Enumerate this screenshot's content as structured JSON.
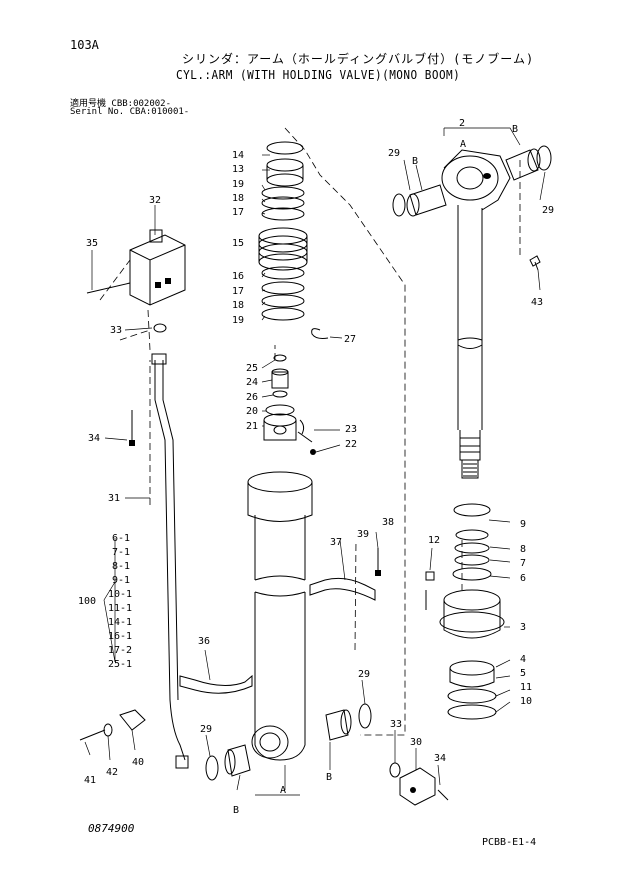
{
  "header": {
    "page_code": "103A",
    "title_jp": "シリンダ：アーム（ホールディングバルブ付）(モノブーム)",
    "title_en": "CYL.:ARM (WITH HOLDING VALVE)(MONO BOOM)",
    "serial_line1": "適用号機 CBB:002002-",
    "serial_line2": "Serinl No. CBA:010001-"
  },
  "footer": {
    "drawing_no": "0874900",
    "page_ref": "PCBB-E1-4"
  },
  "parts_group": {
    "group_label": "100",
    "items": [
      "6-1",
      "7-1",
      "8-1",
      "9-1",
      "10-1",
      "11-1",
      "14-1",
      "16-1",
      "17-2",
      "25-1"
    ]
  },
  "callouts": {
    "c2": "2",
    "cA1": "A",
    "cB1": "B",
    "cB2": "B",
    "c29a": "29",
    "c29b": "29",
    "c43": "43",
    "c14": "14",
    "c13": "13",
    "c19a": "19",
    "c18a": "18",
    "c17a": "17",
    "c15": "15",
    "c16": "16",
    "c17b": "17",
    "c18b": "18",
    "c19b": "19",
    "c27": "27",
    "c25": "25",
    "c24": "24",
    "c26": "26",
    "c20": "20",
    "c21": "21",
    "c23": "23",
    "c22": "22",
    "c32": "32",
    "c35": "35",
    "c33a": "33",
    "c34a": "34",
    "c31": "31",
    "c9": "9",
    "c8": "8",
    "c7": "7",
    "c12": "12",
    "c6": "6",
    "c3": "3",
    "c4": "4",
    "c5": "5",
    "c11": "11",
    "c10": "10",
    "c38": "38",
    "c39": "39",
    "c37": "37",
    "c36": "36",
    "c29c": "29",
    "c29d": "29",
    "c41": "41",
    "c42": "42",
    "c40": "40",
    "cB3": "B",
    "cA2": "A",
    "cB4": "B",
    "c33b": "33",
    "c30": "30",
    "c34b": "34"
  }
}
